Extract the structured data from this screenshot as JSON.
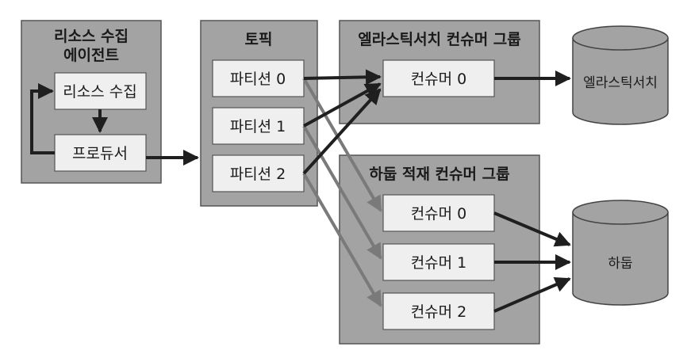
{
  "agent": {
    "title_line1": "리소스 수집",
    "title_line2": "에이전트",
    "collector_label": "리소스 수집",
    "producer_label": "프로듀서"
  },
  "topic": {
    "title": "토픽",
    "partitions": [
      "파티션 0",
      "파티션 1",
      "파티션 2"
    ]
  },
  "es_group": {
    "title": "엘라스틱서치 컨슈머 그룹",
    "consumers": [
      "컨슈머 0"
    ]
  },
  "hadoop_group": {
    "title": "하둡 적재 컨슈머 그룹",
    "consumers": [
      "컨슈머 0",
      "컨슈머 1",
      "컨슈머 2"
    ]
  },
  "stores": {
    "elasticsearch": "엘라스틱서치",
    "hadoop": "하둡"
  },
  "colors": {
    "panel_fill": "#a3a3a3",
    "box_fill": "#efefef",
    "dark_arrow": "#1f1f1f",
    "gray_arrow": "#7a7a7a",
    "db_fill": "#a3a3a3"
  }
}
